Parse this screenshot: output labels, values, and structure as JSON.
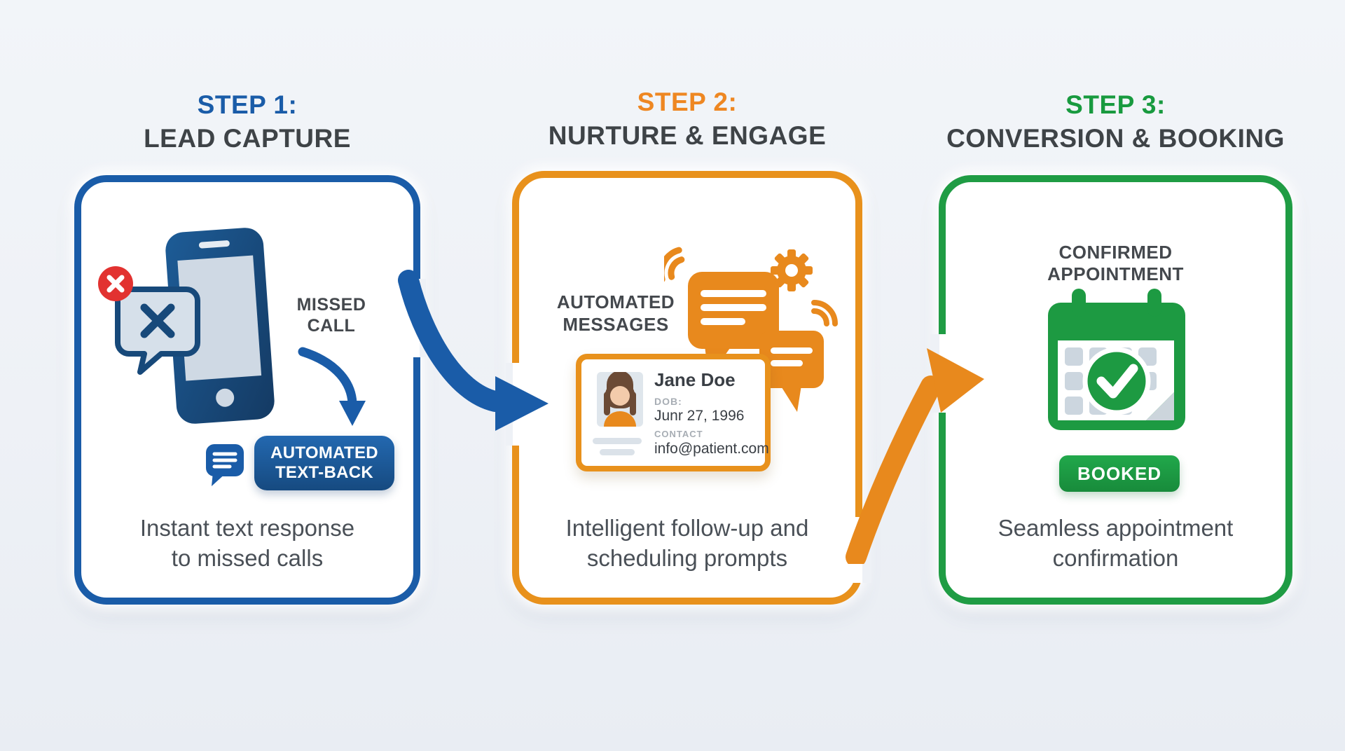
{
  "page": {
    "background_top": "#f2f5f9",
    "background_bottom": "#e9edf3"
  },
  "colors": {
    "step1_accent": "#1a5ca8",
    "step2_accent": "#e8911c",
    "step3_accent": "#1f9c44",
    "heading_dark": "#3e4347",
    "caption_gray": "#4a5057",
    "missed_badge_red": "#e23230"
  },
  "step1": {
    "step_label": "STEP 1:",
    "title": "LEAD CAPTURE",
    "missed_call_line1": "MISSED",
    "missed_call_line2": "CALL",
    "button_line1": "AUTOMATED",
    "button_line2": "TEXT-BACK",
    "caption_line1": "Instant text response",
    "caption_line2": "to missed calls"
  },
  "step2": {
    "step_label": "STEP 2:",
    "title": "NURTURE & ENGAGE",
    "messages_line1": "AUTOMATED",
    "messages_line2": "MESSAGES",
    "contact": {
      "name": "Jane Doe",
      "dob_label": "DOB:",
      "dob_value": "Junr 27, 1996",
      "contact_label": "CONTACT",
      "contact_value": "info@patient.com"
    },
    "caption_line1": "Intelligent follow-up and",
    "caption_line2": "scheduling prompts"
  },
  "step3": {
    "step_label": "STEP 3:",
    "title": "CONVERSION & BOOKING",
    "confirmed_line1": "CONFIRMED",
    "confirmed_line2": "APPOINTMENT",
    "booked_label": "BOOKED",
    "caption_line1": "Seamless appointment",
    "caption_line2": "confirmation"
  },
  "icons": [
    "missed-call-badge-icon",
    "missed-call-bubble-icon",
    "phone-icon",
    "textback-arrow-icon",
    "chat-lines-icon",
    "flow-arrow-blue-icon",
    "signal-arcs-left-icon",
    "signal-arcs-right-icon",
    "message-bubbles-icon",
    "gear-icon",
    "avatar",
    "flow-arrow-orange-icon",
    "calendar-check-icon",
    "checkmark-icon"
  ]
}
